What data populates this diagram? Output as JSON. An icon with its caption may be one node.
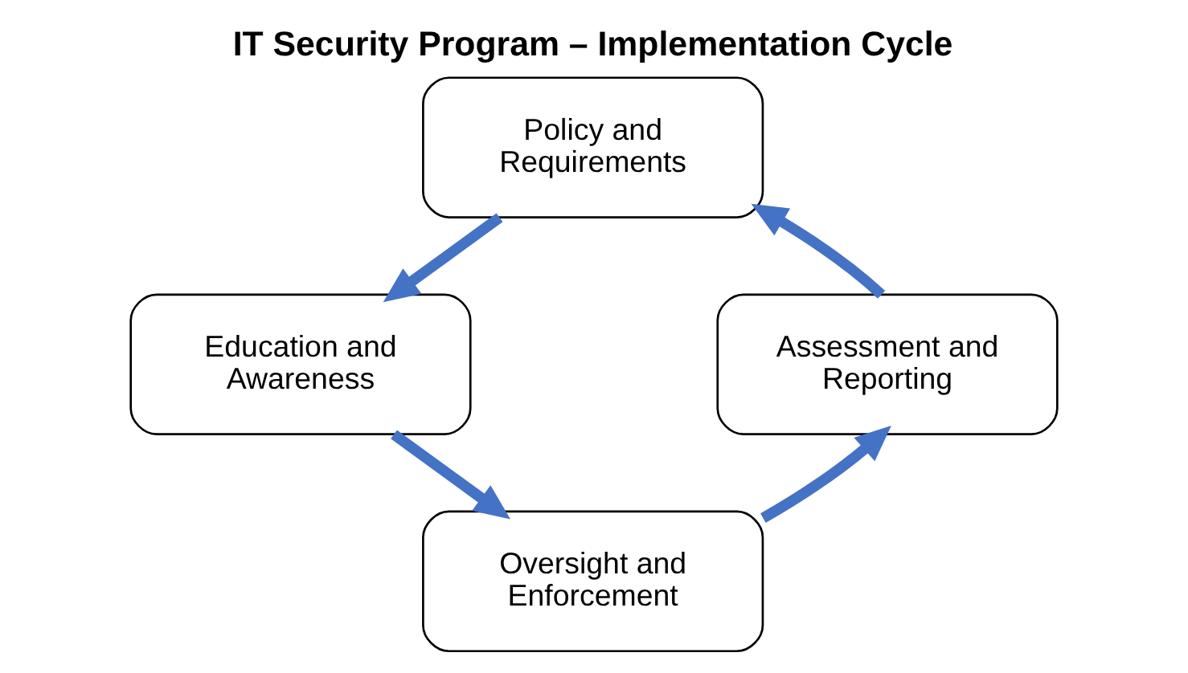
{
  "diagram": {
    "title": "IT Security Program – Implementation Cycle",
    "nodes": [
      {
        "text": [
          "Policy and Requirements"
        ]
      },
      {
        "text": [
          "Education and Awareness"
        ]
      },
      {
        "text": [
          "Oversight and Enforcement"
        ]
      },
      {
        "text": [
          "Assessment and Reporting"
        ]
      }
    ],
    "edges": [
      {
        "from": 0,
        "to": 1,
        "arrow": "to"
      },
      {
        "from": 1,
        "to": 2,
        "arrow": "to"
      },
      {
        "from": 2,
        "to": 3,
        "arrow": "to"
      },
      {
        "from": 3,
        "to": 0,
        "arrow": "to"
      }
    ]
  }
}
